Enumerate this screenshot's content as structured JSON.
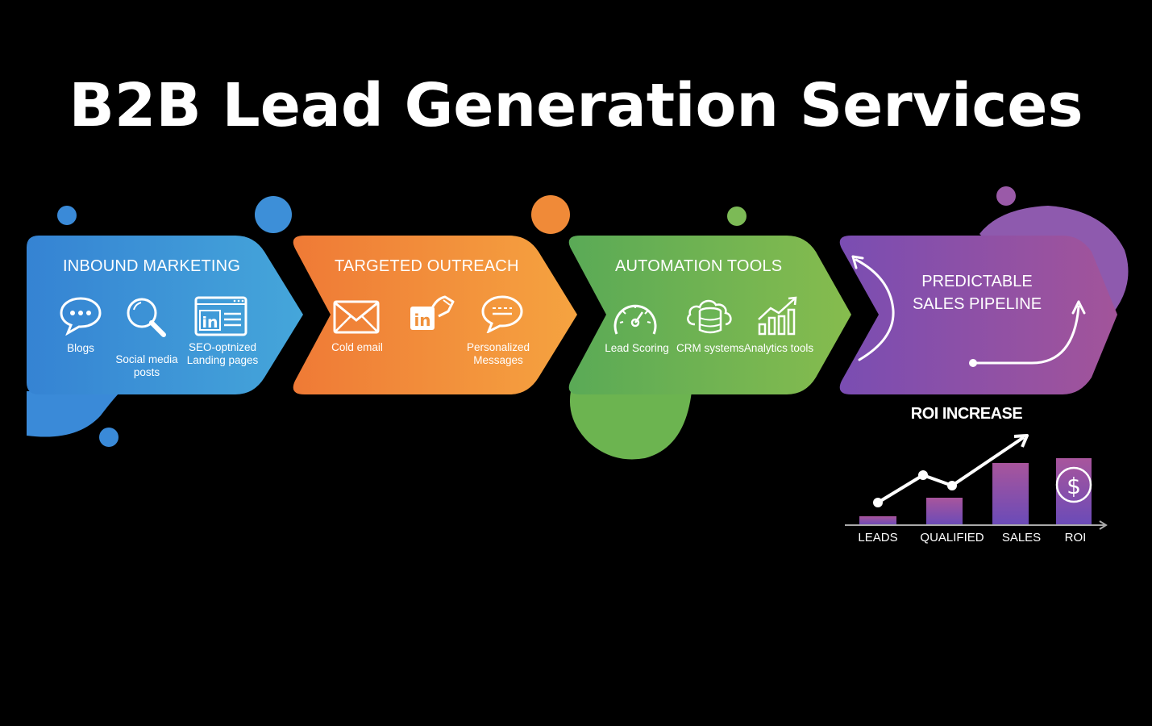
{
  "title": "B2B Lead Generation Services",
  "colors": {
    "background": "#000000",
    "inbound": "#3a8fd6",
    "outreach": "#f08a3a",
    "automation": "#6ab454",
    "pipeline": "#8a4fb0",
    "text": "#ffffff"
  },
  "stages": [
    {
      "title": "INBOUND MARKETING",
      "items": [
        {
          "label": "Blogs",
          "icon": "chat-bubble-icon"
        },
        {
          "label": "Social media posts",
          "icon": "magnifier-icon"
        },
        {
          "label": "SEO-optnized Landing pages",
          "icon": "linkedin-browser-icon"
        }
      ]
    },
    {
      "title": "TARGETED OUTREACH",
      "items": [
        {
          "label": "Cold email",
          "icon": "envelope-icon"
        },
        {
          "label": "",
          "icon": "linkedin-handshake-icon"
        },
        {
          "label": "Personalized Messages",
          "icon": "message-bubble-icon"
        }
      ]
    },
    {
      "title": "AUTOMATION TOOLS",
      "items": [
        {
          "label": "Lead Scoring",
          "icon": "speedometer-icon"
        },
        {
          "label": "CRM systems",
          "icon": "cloud-database-icon"
        },
        {
          "label": "Analytics tools",
          "icon": "bar-chart-trend-icon"
        }
      ]
    },
    {
      "title": "PREDICTABLE SALES PIPELINE",
      "title_lines": [
        "PREDICTABLE",
        "SALES PIPELINE"
      ],
      "items": []
    }
  ],
  "roi": {
    "title": "ROI INCREASE",
    "labels": [
      "LEADS",
      "QUALIFIED",
      "SALES",
      "ROI"
    ]
  },
  "chart_data": {
    "type": "bar",
    "title": "ROI INCREASE",
    "categories": [
      "LEADS",
      "QUALIFIED",
      "SALES",
      "ROI"
    ],
    "values": [
      10,
      34,
      77,
      83
    ],
    "trend_line": {
      "type": "line",
      "x": [
        0,
        1,
        1.4,
        2.2
      ],
      "y": [
        28,
        62,
        50,
        110
      ],
      "arrow_end": true
    },
    "annotations": [
      "dollar-coin icon on ROI bar"
    ],
    "xlabel": "",
    "ylabel": "",
    "grid": false,
    "legend": "none"
  }
}
